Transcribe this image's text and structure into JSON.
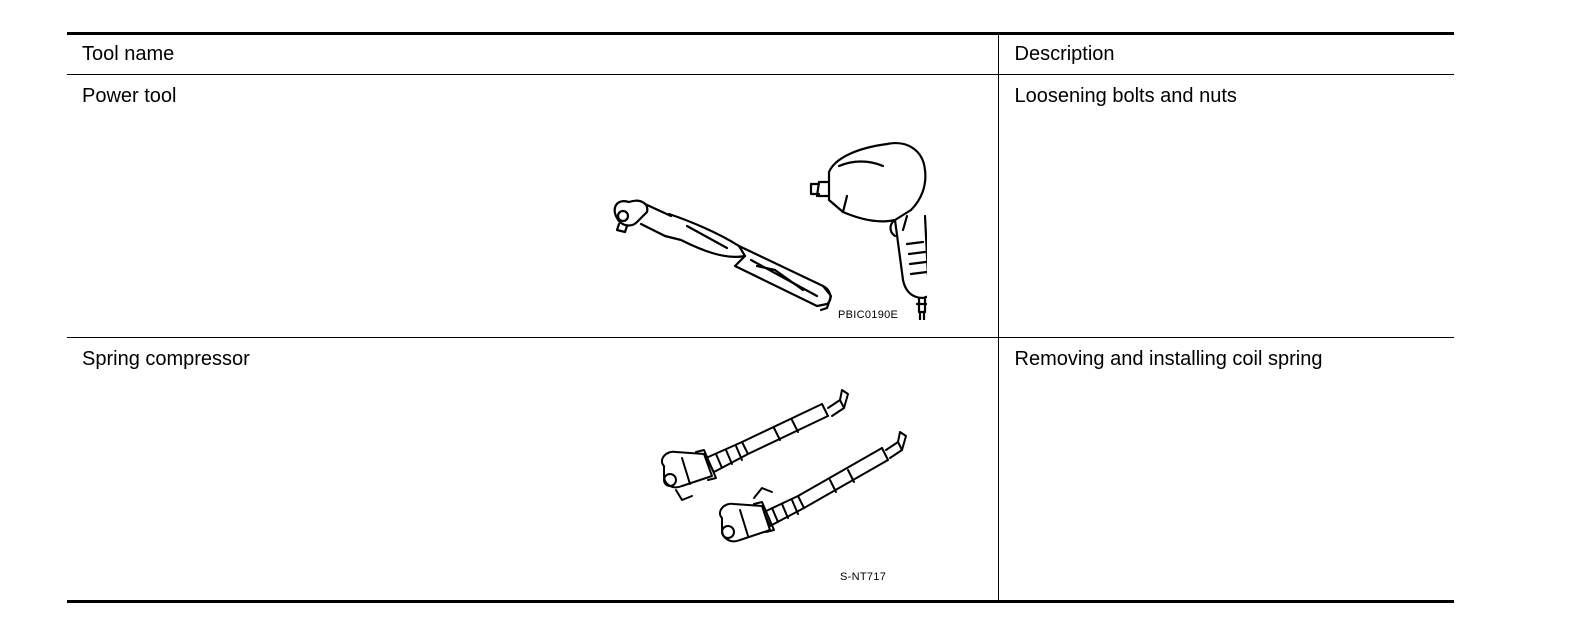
{
  "table": {
    "headers": {
      "tool_name": "Tool name",
      "description": "Description"
    },
    "rows": [
      {
        "tool_name": "Power tool",
        "description": "Loosening bolts and nuts",
        "figure_code": "PBIC0190E"
      },
      {
        "tool_name": "Spring compressor",
        "description": "Removing and installing coil spring",
        "figure_code": "S-NT717"
      }
    ]
  }
}
